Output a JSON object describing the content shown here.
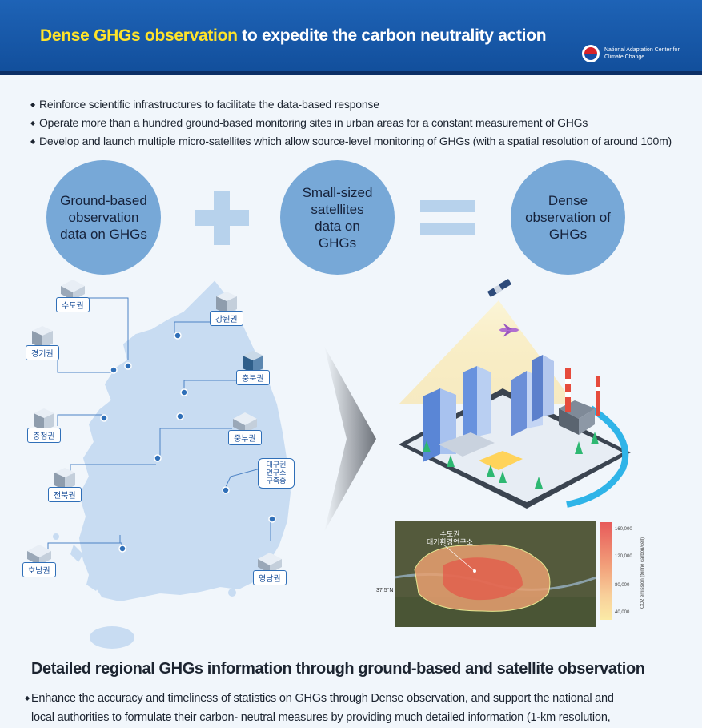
{
  "header": {
    "title_highlight": "Dense GHGs observation",
    "title_rest": " to expedite the carbon neutrality action",
    "logo_text": "National Adaptation Center for Climate Change",
    "colors": {
      "background": "#1a5bab",
      "highlight": "#ffe32a",
      "rule": "#0c2f66"
    }
  },
  "intro_bullets": [
    "Reinforce scientific infrastructures to facilitate the data-based response",
    "Operate more than a hundred ground-based monitoring sites in urban areas for a constant measurement of GHGs",
    "Develop and launch multiple micro-satellites which allow source-level monitoring of GHGs (with a spatial resolution of around 100m)"
  ],
  "equation": {
    "term1": "Ground-based observation data on GHGs",
    "operator1": "plus-icon",
    "term2": "Small-sized satellites data on GHGs",
    "operator2": "equals-icon",
    "result": "Dense observation of GHGs",
    "colors": {
      "circle": "#77a8d7",
      "operator": "#b7d2ec"
    }
  },
  "map": {
    "regions": [
      {
        "id": "sudo",
        "label": "수도권"
      },
      {
        "id": "gangwon",
        "label": "강원권"
      },
      {
        "id": "gyeonggi",
        "label": "경기권"
      },
      {
        "id": "chungbuk",
        "label": "충북권"
      },
      {
        "id": "chungcheong",
        "label": "충청권"
      },
      {
        "id": "jungbu",
        "label": "중부권"
      },
      {
        "id": "jeonbuk",
        "label": "전북권"
      },
      {
        "id": "honam",
        "label": "호남권"
      },
      {
        "id": "yeongnam",
        "label": "영남권"
      }
    ],
    "construction_box": [
      "대구권",
      "연구소",
      "구축중"
    ]
  },
  "heatmap": {
    "site_label": [
      "수도권",
      "대기환경연구소"
    ],
    "latitude_label": "37.5°N",
    "colorbar_ticks": [
      "160,000",
      "120,000",
      "80,000",
      "40,000"
    ],
    "colorbar_unit": "CO2 emission (tonne carbon/cell)"
  },
  "section2": {
    "title": "Detailed regional GHGs information through ground-based and satellite observation",
    "line1": "Enhance the accuracy and timeliness of statistics on GHGs through Dense observation, and support the national and",
    "line2": "local authorities to formulate their carbon- neutral measures by providing much detailed information (1-km resolution,"
  },
  "icons": [
    "satellite-icon",
    "airplane-icon",
    "arrow-right-icon",
    "building-icon"
  ]
}
